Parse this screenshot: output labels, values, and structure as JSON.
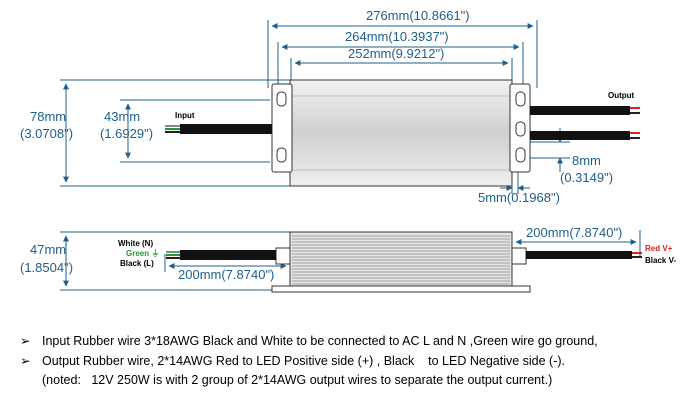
{
  "top_view": {
    "dim_total_length": "276mm(10.8661\")",
    "dim_mount_pitch": "264mm(10.3937\")",
    "dim_body_length": "252mm(9.9212\")",
    "dim_width_mm": "78mm",
    "dim_width_in": "(3.0708\")",
    "dim_mount_mm": "43mm",
    "dim_mount_in": "(1.6929\")",
    "dim_slot_mm": "8mm",
    "dim_slot_in": "(0.3149\")",
    "dim_hole": "5mm(0.1968\")",
    "label_input": "Input",
    "label_output": "Output"
  },
  "side_view": {
    "dim_height_mm": "47mm",
    "dim_height_in": "(1.8504\")",
    "dim_input_wire": "200mm(7.8740\")",
    "dim_output_wire": "200mm(7.8740\")",
    "label_white": "White (N)",
    "label_green": "Green ⏚",
    "label_black_in": "Black (L)",
    "label_red": "Red V+",
    "label_black_out": "Black V-"
  },
  "notes": {
    "bullet": "➢",
    "line1": "Input Rubber wire 3*18AWG Black and White to be connected to AC L and N ,Green wire go ground,",
    "line2": "Output Rubber wire, 2*14AWG Red to LED Positive side (+) , Black    to LED Negative side (-).",
    "line3": "(noted:   12V 250W is with 2 group of 2*14AWG output wires to separate the output current.)"
  },
  "colors": {
    "dimension": "#1f5f8b",
    "red_wire": "#e0201b",
    "green_wire": "#1f9a3a"
  }
}
